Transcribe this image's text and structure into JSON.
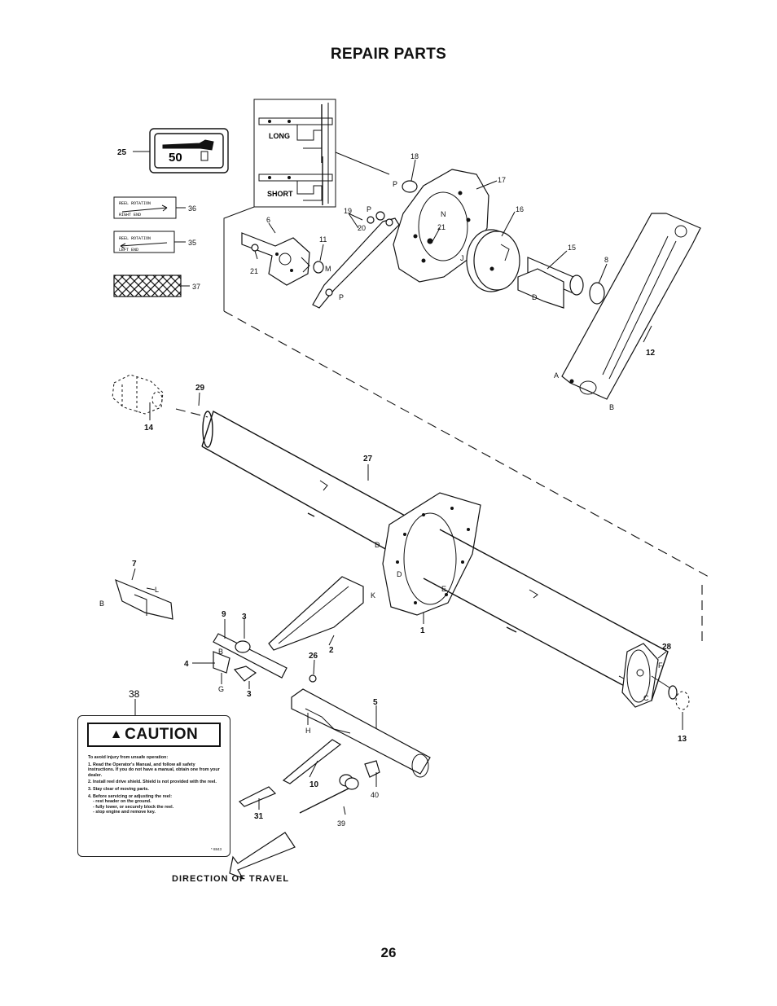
{
  "page": {
    "title": "REPAIR PARTS",
    "number": "26"
  },
  "inset": {
    "long_label": "LONG",
    "short_label": "SHORT"
  },
  "decal_25": {
    "text": "50"
  },
  "decal_36": {
    "line1": "REEL ROTATION",
    "line2": "RIGHT END"
  },
  "decal_35": {
    "line1": "REEL ROTATION",
    "line2": "LEFT END"
  },
  "caution": {
    "heading": "CAUTION",
    "intro": "To avoid injury from unsafe operation:",
    "items": [
      "1. Read the Operator's Manual, and follow all safety instructions. If you do not have a manual, obtain one from your dealer.",
      "2. Install reel drive shield. Shield is not provided with the reel.",
      "3. Stay clear of moving parts.",
      "4. Before servicing or adjusting the reel:",
      "- rest header on the ground.",
      "- fully lower, or securely block the reel.",
      "- stop engine and remove key."
    ],
    "code": "* 8843"
  },
  "direction": {
    "text": "DIRECTION OF TRAVEL"
  },
  "callouts": [
    "25",
    "36",
    "35",
    "37",
    "6",
    "21",
    "11",
    "M",
    "19",
    "P",
    "20",
    "P",
    "18",
    "P",
    "17",
    "N",
    "21",
    "J",
    "16",
    "15",
    "D",
    "8",
    "12",
    "A",
    "B",
    "29",
    "14",
    "27",
    "D",
    "D",
    "E",
    "K",
    "1",
    "7",
    "L",
    "B",
    "9",
    "3",
    "B",
    "4",
    "G",
    "3",
    "2",
    "26",
    "5",
    "H",
    "38",
    "28",
    "F",
    "C",
    "13",
    "10",
    "40",
    "39",
    "31"
  ]
}
